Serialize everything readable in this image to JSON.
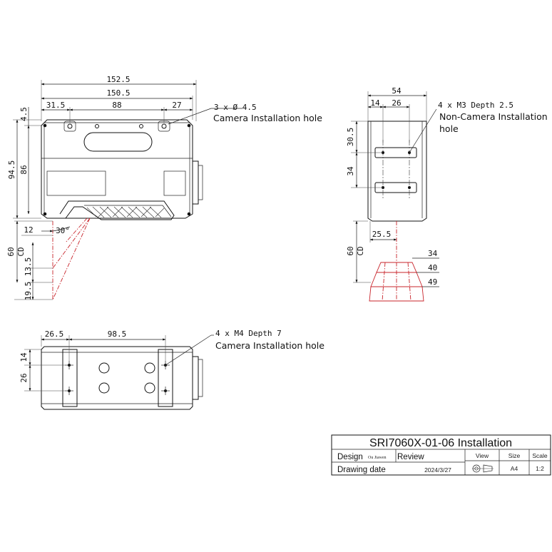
{
  "dimensions": {
    "front_overall_width": "152.5",
    "front_mount_span": "150.5",
    "front_left_offset": "31.5",
    "front_hole_spacing": "88",
    "front_right_offset": "27",
    "front_top_offset": "4.5",
    "front_total_height": "94.5",
    "front_body_height": "86",
    "front_ray_offset": "12",
    "front_angle": "30°",
    "front_working_distance": "60",
    "front_wd_label": "CD",
    "front_range_near": "13.5",
    "front_range_far": "19.5",
    "side_width": "54",
    "side_hole_offset": "14",
    "side_hole_spacing": "26",
    "side_top_offset": "30.5",
    "side_hole_vertical": "34",
    "side_ray_offset": "25.5",
    "side_working_distance": "60",
    "side_wd_label": "CD",
    "fov_near": "34",
    "fov_mid": "40",
    "fov_far": "49",
    "bottom_left_offset": "26.5",
    "bottom_hole_spacing": "98.5",
    "bottom_top_offset": "14",
    "bottom_vertical": "26"
  },
  "callouts": {
    "front_hole_spec": "3 x Ø 4.5",
    "front_hole_name": "Camera Installation hole",
    "side_hole_spec": "4 x M3 Depth 2.5",
    "side_hole_name_line1": "Non-Camera Installation",
    "side_hole_name_line2": "hole",
    "bottom_hole_spec": "4 x M4 Depth 7",
    "bottom_hole_name": "Camera Installation hole"
  },
  "title_block": {
    "title": "SRI7060X-01-06 Installation",
    "design_label": "Design",
    "designer": "Ou Jiawen",
    "review_label": "Review",
    "view_label": "View",
    "size_label": "Size",
    "scale_label": "Scale",
    "date_label": "Drawing date",
    "date_value": "2024/3/27",
    "size_value": "A4",
    "scale_value": "1:2"
  }
}
